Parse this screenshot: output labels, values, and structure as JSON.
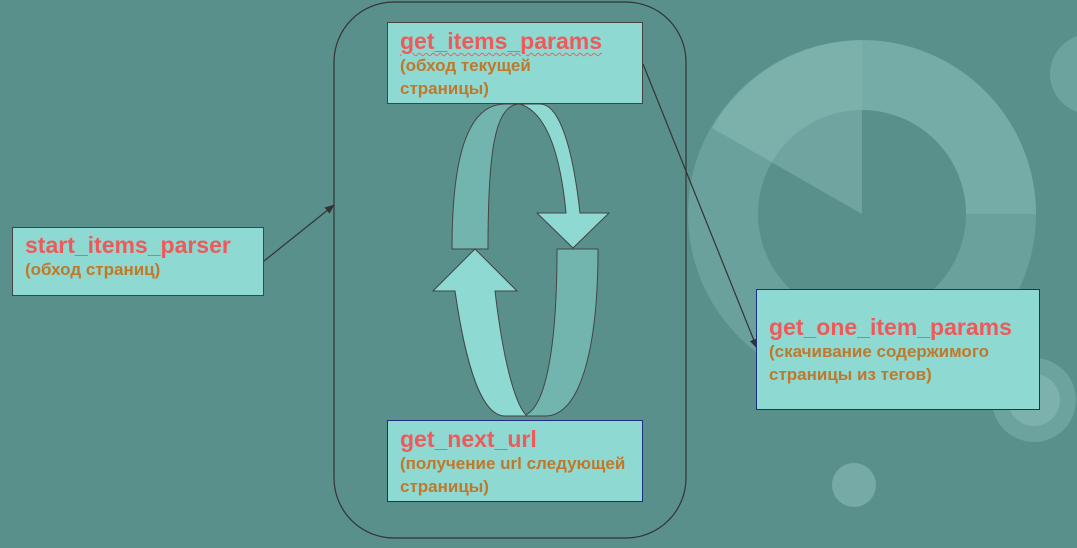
{
  "colors": {
    "background": "#5a908c",
    "box_fill": "#8fd9d3",
    "function_name": "#ee5a5a",
    "description": "#c0782a",
    "arrow_fill": "#8fd9d3",
    "arrow_shade": "#72b5ae"
  },
  "nodes": {
    "start": {
      "name": "start_items_parser",
      "desc": "(обход страниц)"
    },
    "items_params": {
      "name": "get_items_params",
      "desc": "(обход текущей страницы)"
    },
    "next_url": {
      "name": "get_next_url",
      "desc": "(получение url следующей страницы)"
    },
    "one_item": {
      "name": "get_one_item_params",
      "desc": "(скачивание содержимого страницы из тегов)"
    }
  }
}
